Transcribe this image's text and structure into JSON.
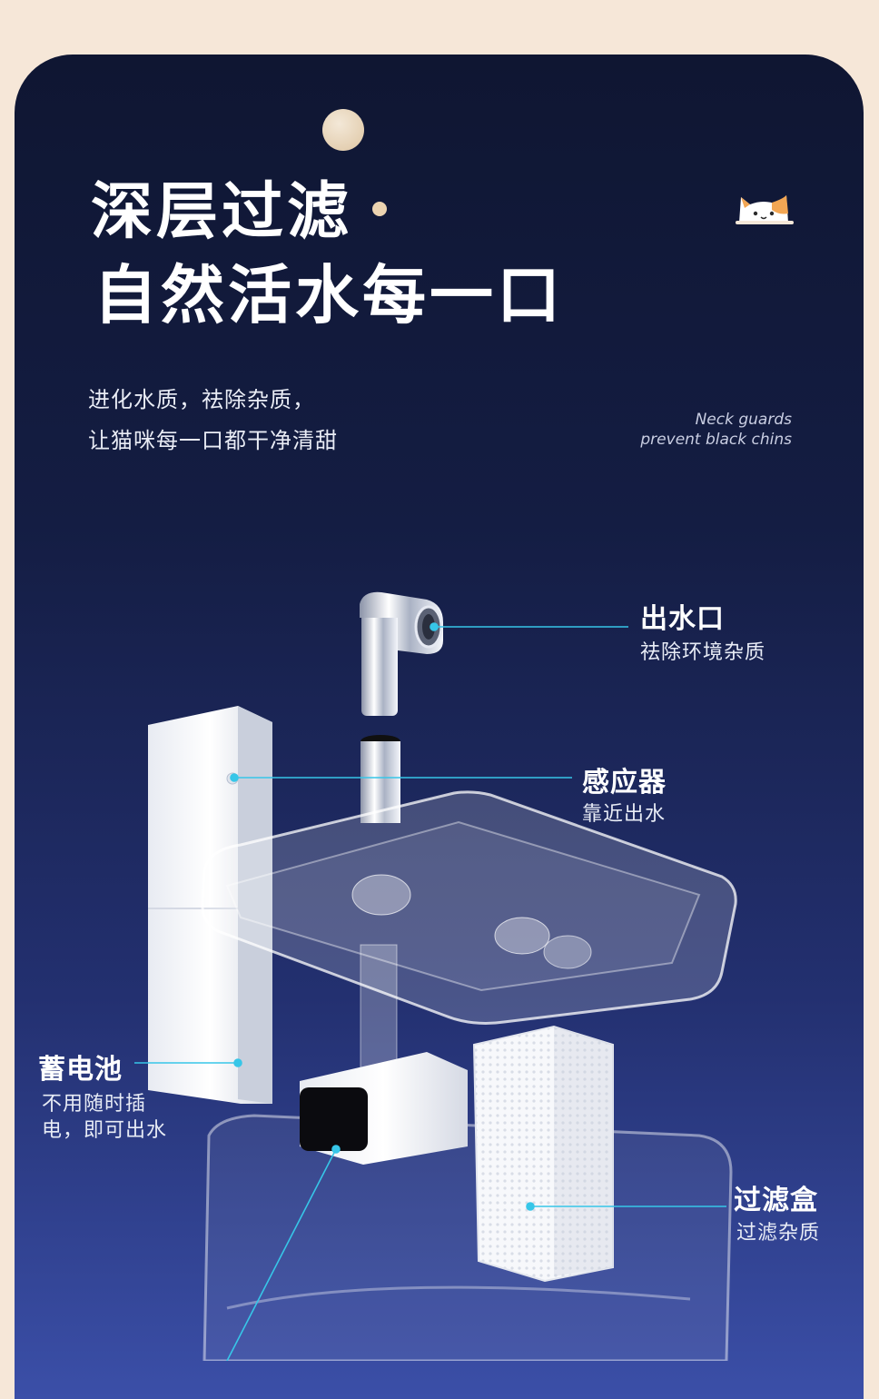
{
  "headline": {
    "line1": "深层过滤",
    "line2": "自然活水每一口"
  },
  "subtitle": {
    "line1": "进化水质，祛除杂质，",
    "line2": "让猫咪每一口都干净清甜"
  },
  "english": {
    "line1": "Neck guards",
    "line2": "prevent black chins"
  },
  "callouts": {
    "outlet": {
      "title": "出水口",
      "desc": "祛除环境杂质"
    },
    "sensor": {
      "title": "感应器",
      "desc": "靠近出水"
    },
    "battery": {
      "title": "蓄电池",
      "desc1": "不用随时插",
      "desc2": "电，即可出水"
    },
    "filter": {
      "title": "过滤盒",
      "desc": "过滤杂质"
    }
  },
  "colors": {
    "background": "#f6e7d8",
    "card_top": "#0f1632",
    "card_bottom": "#3b4fa8",
    "leader_line": "#37c6e8"
  },
  "icons": {
    "mascot": "cat-mascot-icon"
  }
}
